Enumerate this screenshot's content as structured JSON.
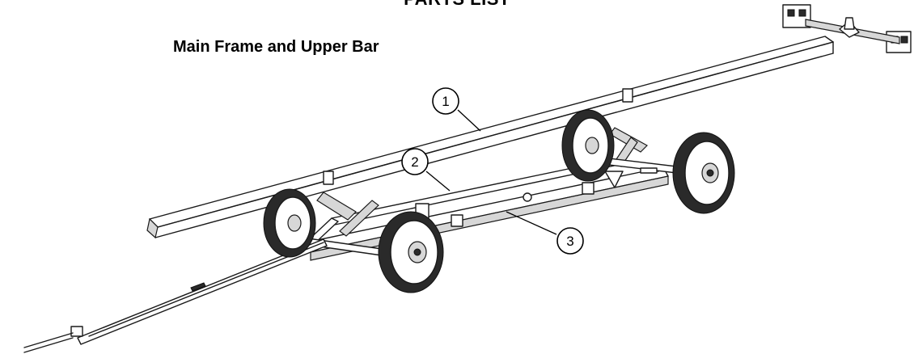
{
  "header": {
    "title": "PARTS LIST",
    "subtitle": "Main Frame and Upper Bar"
  },
  "callouts": [
    {
      "number": "1",
      "part": "upper-bar"
    },
    {
      "number": "2",
      "part": "inner-frame-rail"
    },
    {
      "number": "3",
      "part": "main-frame"
    }
  ],
  "colors": {
    "line": "#1a1a1a",
    "background": "#ffffff",
    "tire": "#2a2a2a"
  }
}
